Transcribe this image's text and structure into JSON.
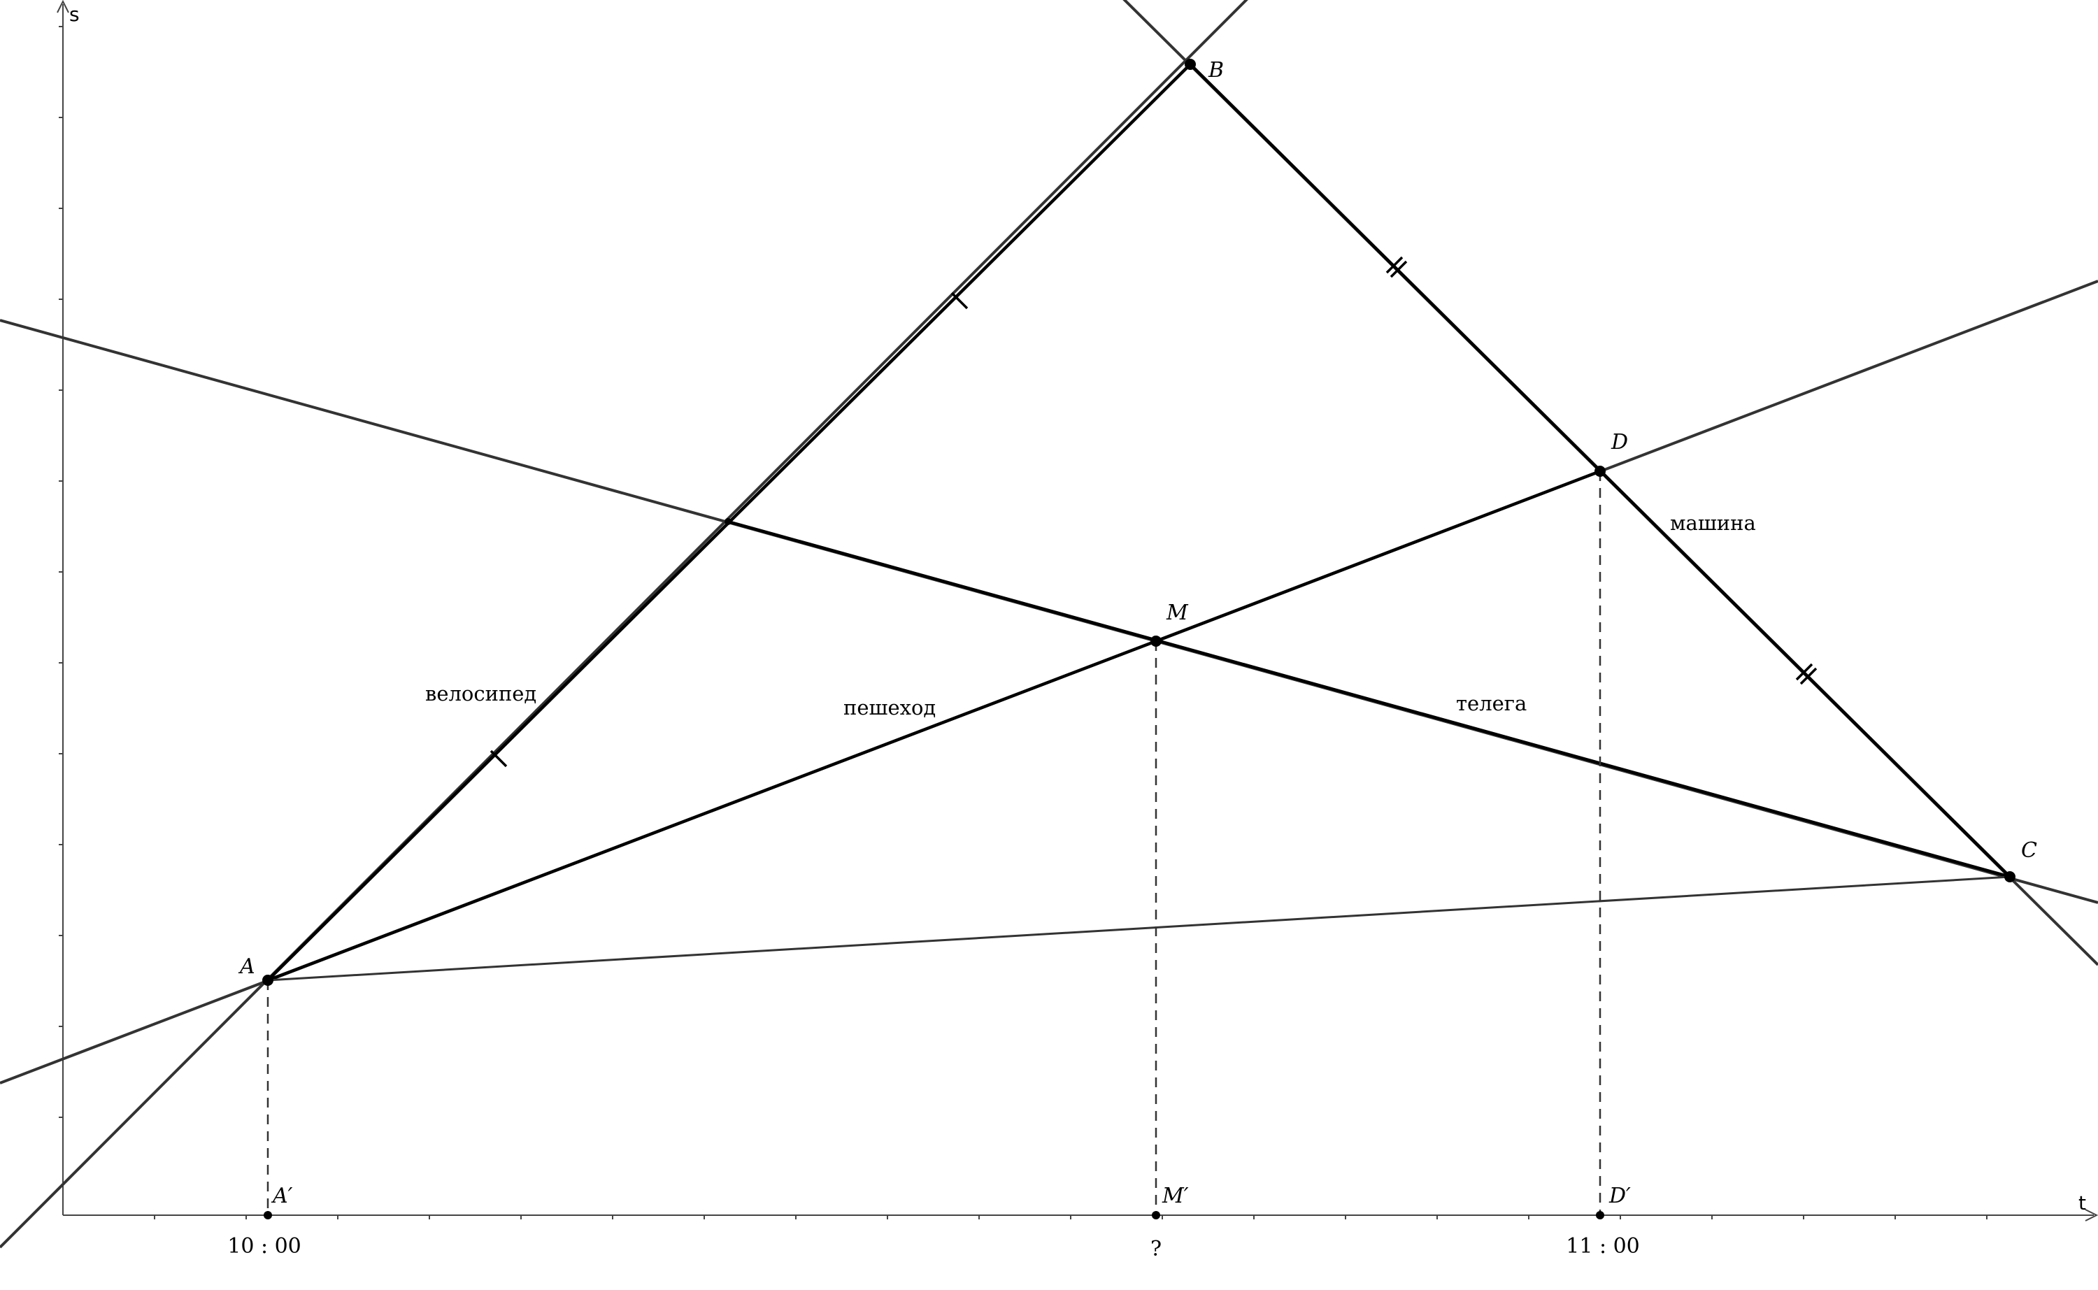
{
  "axes": {
    "x_label": "t",
    "y_label": "s"
  },
  "x_tick_labels": {
    "a": "10 : 00",
    "m": "?",
    "d": "11 : 00"
  },
  "points": {
    "A": "A",
    "B": "B",
    "C": "C",
    "D": "D",
    "M": "M",
    "A_proj": "A′",
    "M_proj": "M′",
    "D_proj": "D′"
  },
  "line_labels": {
    "bicycle": "велосипед",
    "pedestrian": "пешеход",
    "cart": "телега",
    "car": "машина"
  },
  "colors": {
    "line": "#000000",
    "axis": "#444444"
  }
}
